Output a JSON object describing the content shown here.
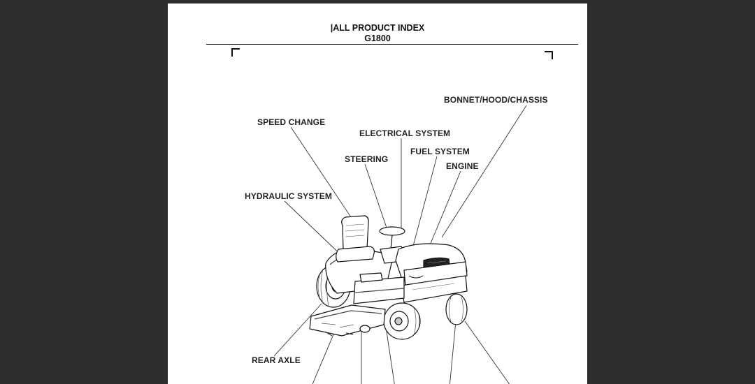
{
  "document": {
    "title": "|ALL PRODUCT INDEX",
    "model": "G1800"
  },
  "diagram": {
    "labels": {
      "bonnet": "BONNET/HOOD/CHASSIS",
      "speed_change": "SPEED CHANGE",
      "electrical": "ELECTRICAL SYSTEM",
      "fuel": "FUEL SYSTEM",
      "steering": "STEERING",
      "engine": "ENGINE",
      "hydraulic": "HYDRAULIC SYSTEM",
      "rear_axle": "REAR AXLE"
    },
    "illustration": "lawn-tractor-icon"
  }
}
